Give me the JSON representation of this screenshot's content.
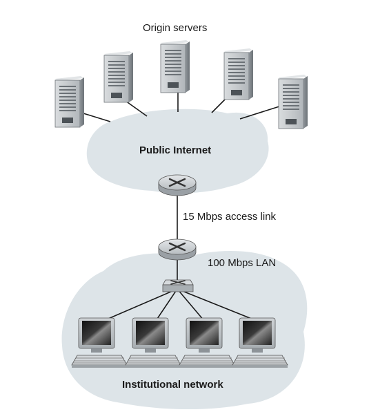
{
  "labels": {
    "origin_servers": "Origin servers",
    "public_internet": "Public Internet",
    "access_link": "15 Mbps access link",
    "lan": "100 Mbps LAN",
    "institutional_network": "Institutional network"
  },
  "icons": {
    "server": "server-icon",
    "router": "router-icon",
    "switch": "switch-icon",
    "workstation": "workstation-icon"
  },
  "colors": {
    "cloud_fill": "#dde4e8",
    "line": "#1a1a1a",
    "router_body": "#b9bec2"
  }
}
